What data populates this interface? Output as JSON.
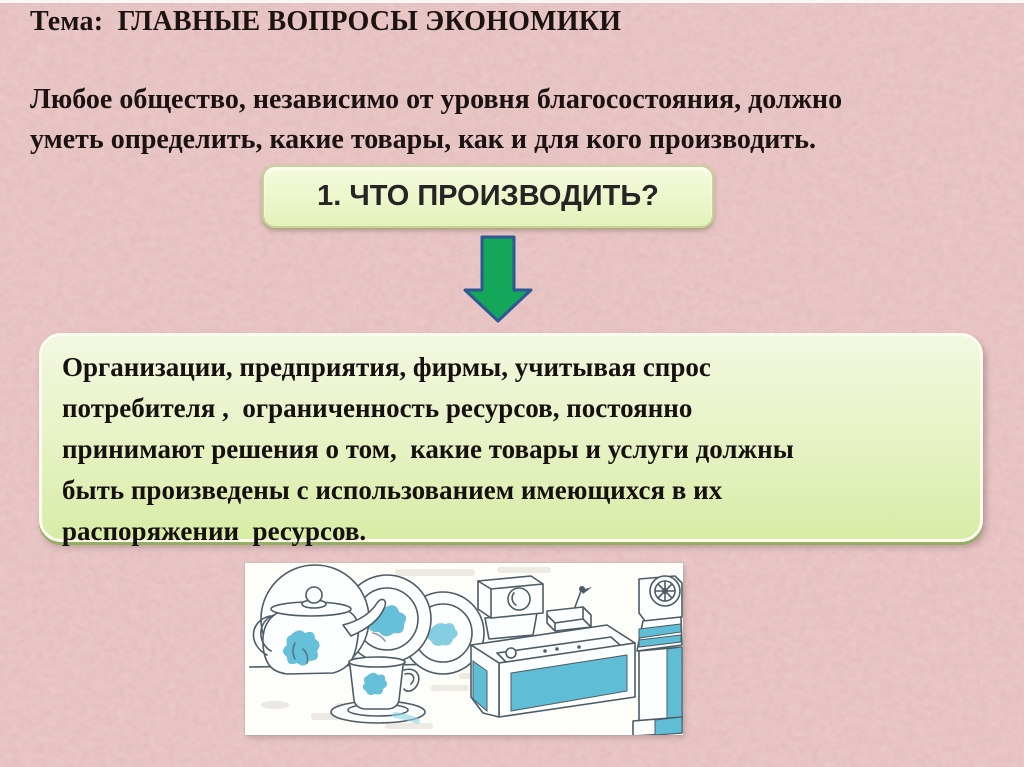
{
  "slide": {
    "title": "Тема:  ГЛАВНЫЕ ВОПРОСЫ ЭКОНОМИКИ",
    "intro_lines": [
      "Любое общество, независимо от уровня благосостояния, должно",
      "уметь определить, какие товары, как и для кого производить."
    ],
    "question_box": {
      "label": "1. ЧТО ПРОИЗВОДИТЬ?"
    },
    "answer_box": {
      "lines": [
        "Организации, предприятия, фирмы, учитывая спрос",
        "потребителя ,  ограниченность ресурсов, постоянно",
        "принимают решения о том,  какие товары и услуги должны",
        "быть произведены с использованием имеющихся в их",
        "распоряжении  ресурсов."
      ]
    },
    "icons": {
      "arrow": "down-arrow-icon",
      "illustration": "tableware-and-machine-drawing"
    },
    "colors": {
      "background_pink": "#e8c1c1",
      "box_fill_top": "#f2f8e0",
      "box_fill_bottom": "#d8eca6",
      "box_border_cream": "#fbfcee",
      "box_edge_olive": "#93af62",
      "arrow_green": "#15a759",
      "arrow_outline": "#2e5795",
      "drawing_teal": "#66c0da",
      "text_dark": "#1b1212"
    }
  }
}
